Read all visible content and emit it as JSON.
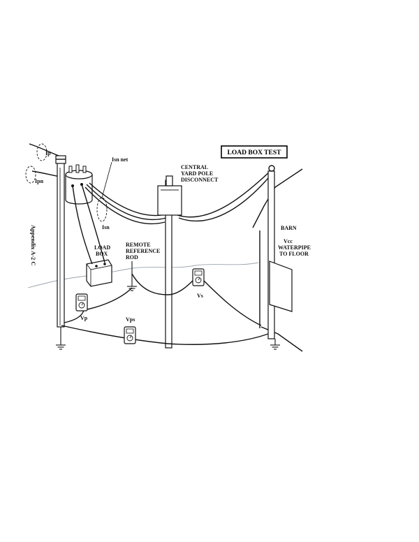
{
  "title": "LOAD BOX TEST",
  "side_label": "Appendix A-2 C",
  "labels": {
    "ip": "Ip",
    "ipn": "Ipn",
    "isn_net": "Isn net",
    "isn": "Isn",
    "central_1": "CENTRAL",
    "central_2": "YARD POLE",
    "central_3": "DISCONNECT",
    "barn": "BARN",
    "vcc_1": "Vcc",
    "vcc_2": "WATERPIPE",
    "vcc_3": "TO FLOOR",
    "load_1": "LOAD",
    "load_2": "BOX",
    "remote_1": "REMOTE",
    "remote_2": "REFERENCE",
    "remote_3": "ROD",
    "vp": "Vp",
    "vps": "Vps",
    "vs": "Vs"
  },
  "icons": {
    "transformer": "transformer-icon",
    "disconnect": "disconnect-box-icon",
    "load_box": "load-box-icon",
    "meter": "voltmeter-icon",
    "ground": "ground-icon"
  },
  "colors": {
    "ink": "#111111",
    "horizon": "#9aa4ad",
    "paper": "#ffffff"
  }
}
